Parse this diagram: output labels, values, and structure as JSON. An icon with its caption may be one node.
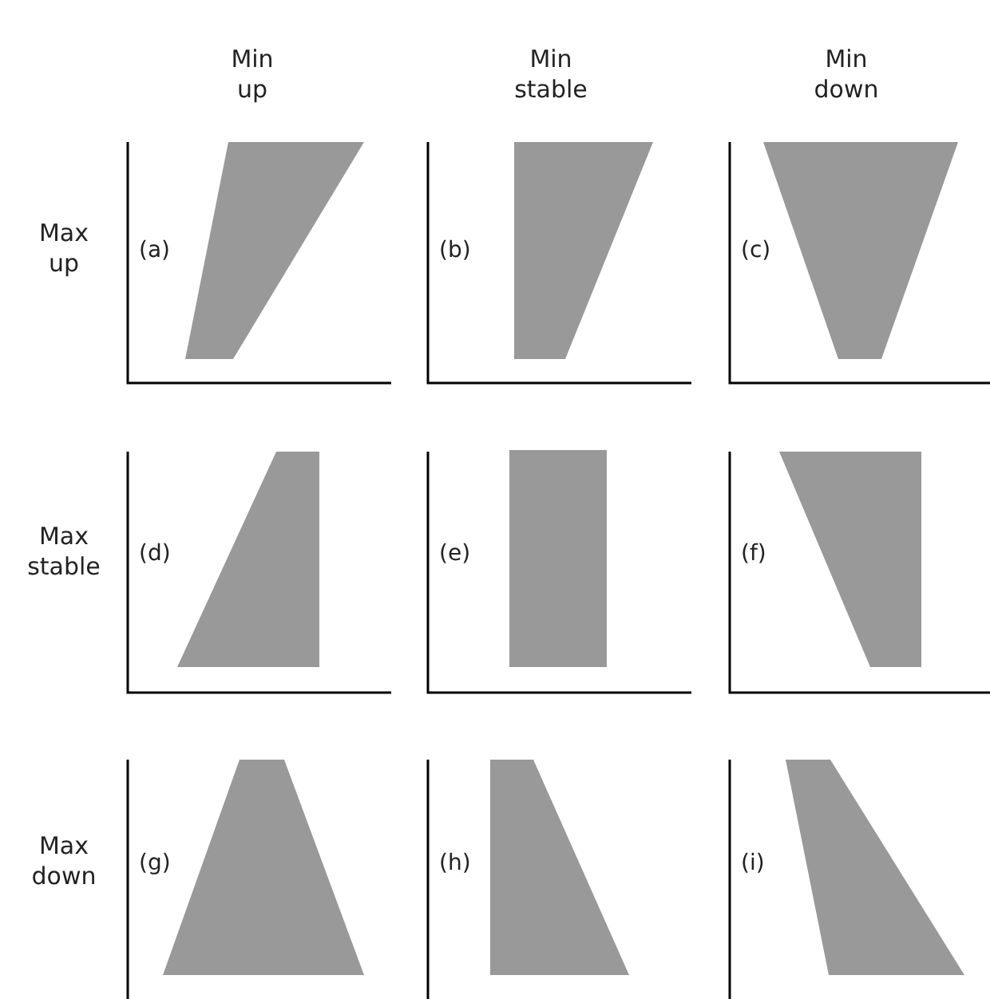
{
  "diagram": {
    "labels": [
      "Min up",
      "Min stable",
      "Min down",
      "Max up",
      "(a)",
      "(b)",
      "(c)",
      "Max stable",
      "(d)",
      "(e)",
      "(f)",
      "Max down",
      "(g)",
      "(h)",
      "(i)"
    ]
  }
}
